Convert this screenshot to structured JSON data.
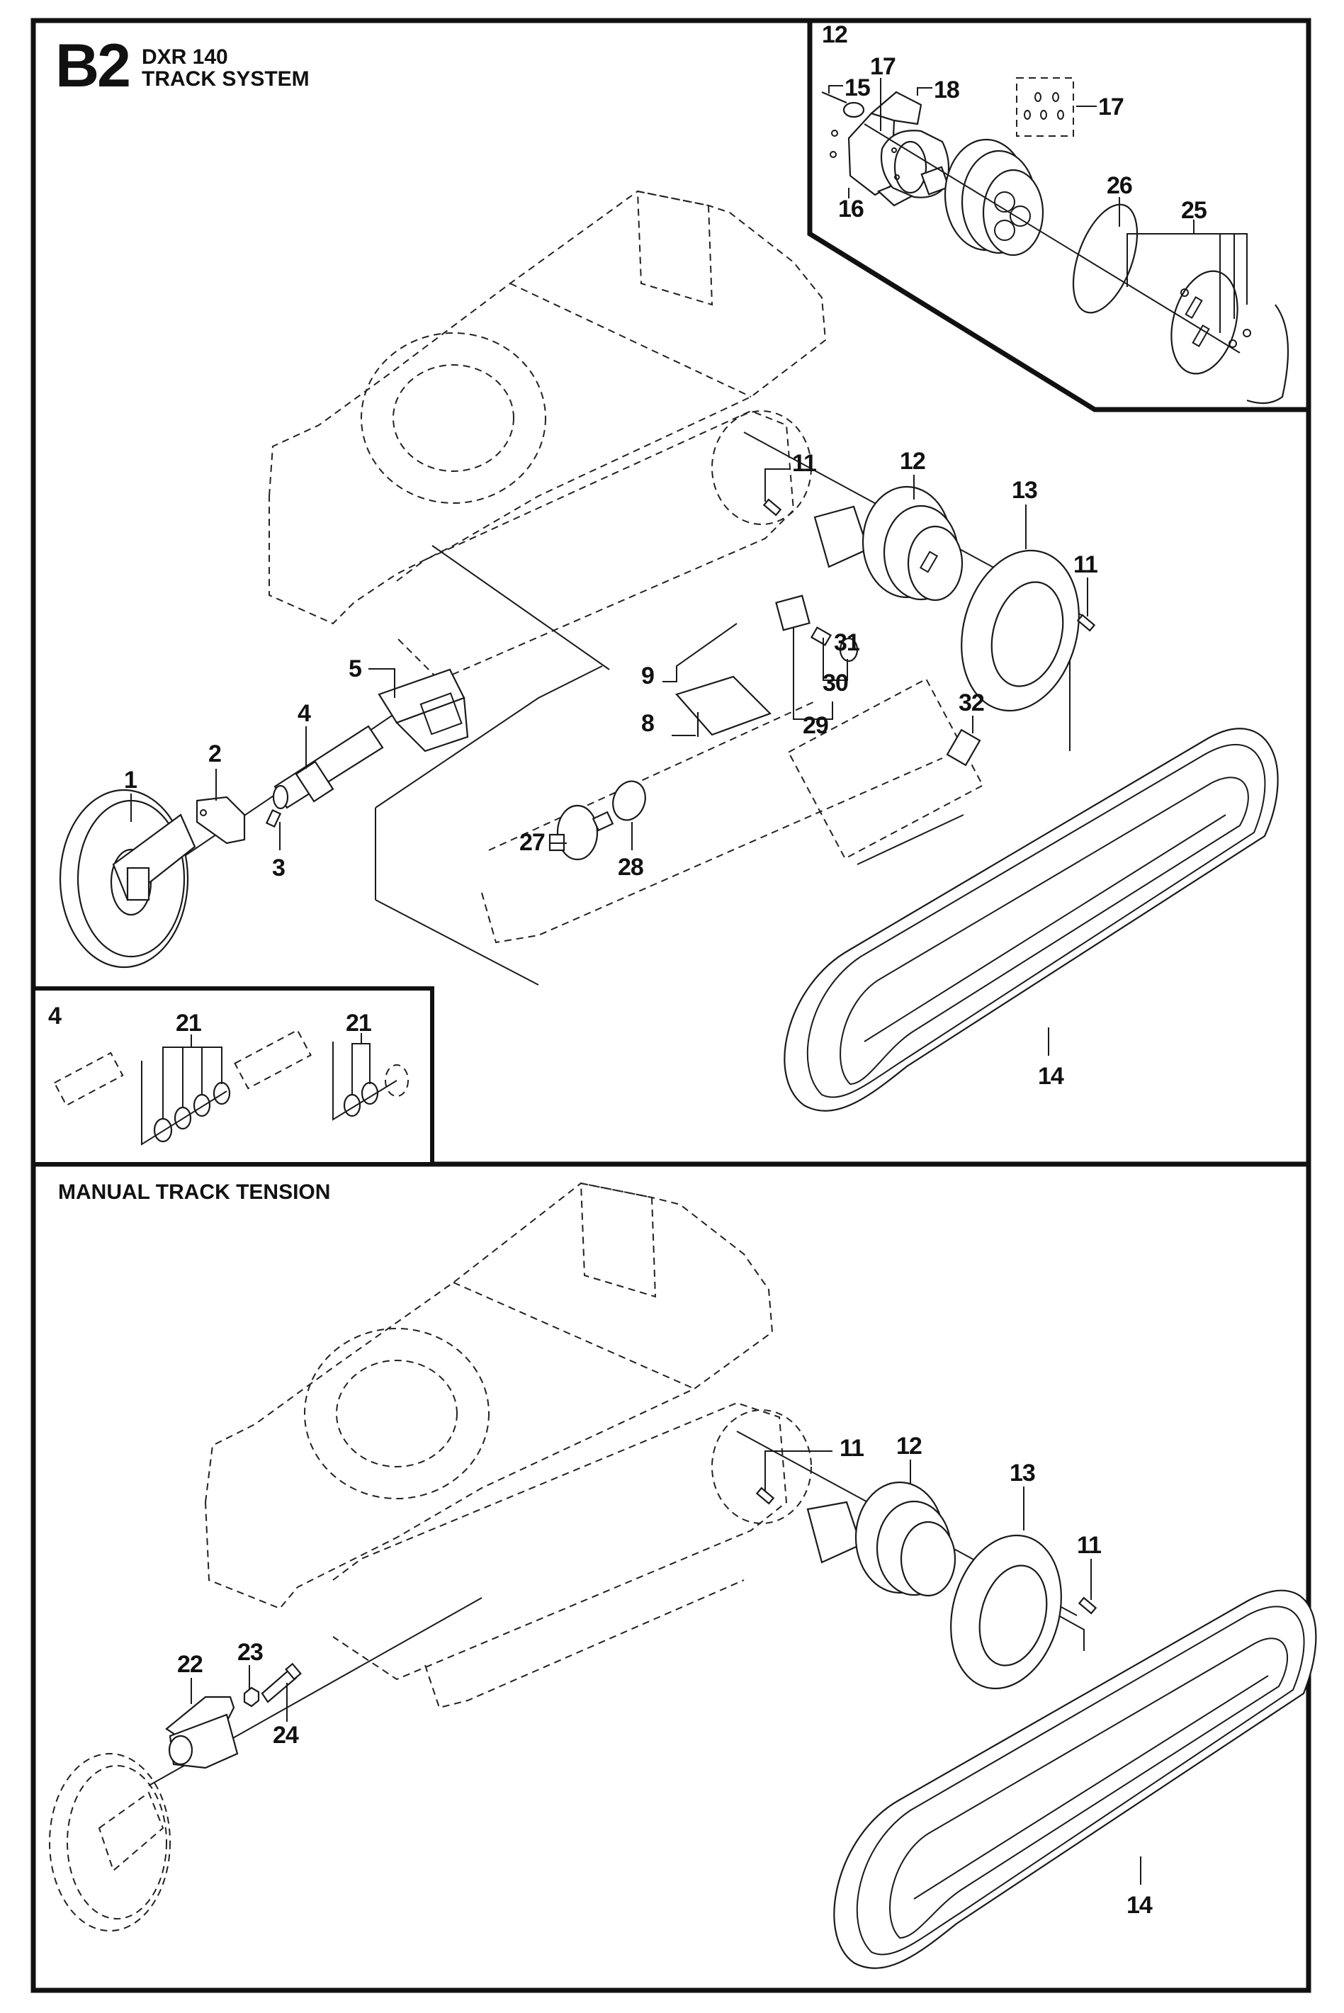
{
  "document": {
    "section_code": "B2",
    "model": "DXR 140",
    "title": "TRACK SYSTEM",
    "frame_color": "#111111",
    "line_color": "#1a1a1a"
  },
  "upper_view": {
    "callouts": {
      "idler_wheel": "1",
      "idler_bracket": "2",
      "screw_3": "3",
      "tension_cylinder": "4",
      "cylinder_housing": "5",
      "screw_8": "8",
      "cover_plate": "9",
      "screw_11_left": "11",
      "screw_11_right": "11",
      "drive_motor": "12",
      "sprocket": "13",
      "track": "14",
      "accumulator": "27",
      "hose_clamp": "28",
      "valve_block": "29",
      "valve": "30",
      "valve_cap": "31",
      "fitting": "32"
    }
  },
  "detail_12": {
    "box_label": "12",
    "callouts": {
      "screw_15": "15",
      "motor_housing": "16",
      "seal_17_left": "17",
      "screw_18": "18",
      "seal_kit_17": "17",
      "o_ring": "26",
      "cover_kit": "25"
    }
  },
  "detail_4": {
    "box_label": "4",
    "callouts": {
      "seal_kit_left": "21",
      "seal_kit_right": "21"
    }
  },
  "lower_view": {
    "section_title": "MANUAL TRACK TENSION",
    "callouts": {
      "screw_11_left": "11",
      "drive_motor": "12",
      "sprocket": "13",
      "screw_11_right": "11",
      "track": "14",
      "tension_housing": "22",
      "nut": "23",
      "tension_bolt": "24"
    }
  }
}
